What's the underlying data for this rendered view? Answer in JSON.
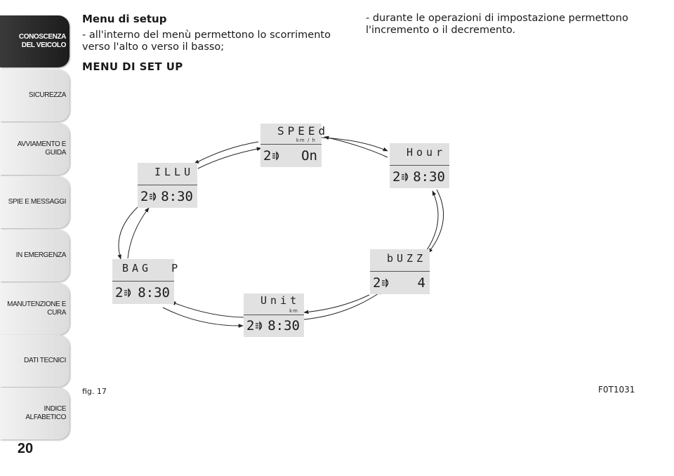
{
  "sidebar": {
    "tabs": [
      "CONOSCENZA DEL VEICOLO",
      "SICUREZZA",
      "AVVIAMENTO E GUIDA",
      "SPIE E MESSAGGI",
      "IN EMERGENZA",
      "MANUTENZIONE E CURA",
      "DATI TECNICI",
      "INDICE ALFABETICO"
    ],
    "active_index": 0
  },
  "page_number": "20",
  "left_column": {
    "heading": "Menu di setup",
    "paragraph": "- all'interno del menù permettono lo scorrimento verso l'alto o verso il basso;",
    "section_title": "MENU DI SET UP"
  },
  "right_column": {
    "paragraph": "- durante le operazioni di impostazione permettono l'incremento o il decremento."
  },
  "figure": {
    "label": "fig. 17",
    "code": "F0T1031",
    "displays": {
      "speed": {
        "title": "SPEEd",
        "unit": "km / h",
        "gear": "2",
        "value": "On"
      },
      "hour": {
        "title": "Hour",
        "unit": "",
        "gear": "2",
        "value": "8:30"
      },
      "buzz": {
        "title": "bUZZ",
        "unit": "",
        "gear": "2",
        "value": "4"
      },
      "unit": {
        "title": "Unit",
        "unit": "km",
        "gear": "2",
        "value": "8:30"
      },
      "bag": {
        "title": "BAG  P",
        "unit": "",
        "gear": "2",
        "value": "8:30"
      },
      "illu": {
        "title": "ILLU",
        "unit": "",
        "gear": "2",
        "value": "8:30"
      }
    }
  },
  "colors": {
    "tab_active": "#262626",
    "tab_inactive": "#e6e6e6",
    "lcd_background": "#e1e1e1"
  }
}
